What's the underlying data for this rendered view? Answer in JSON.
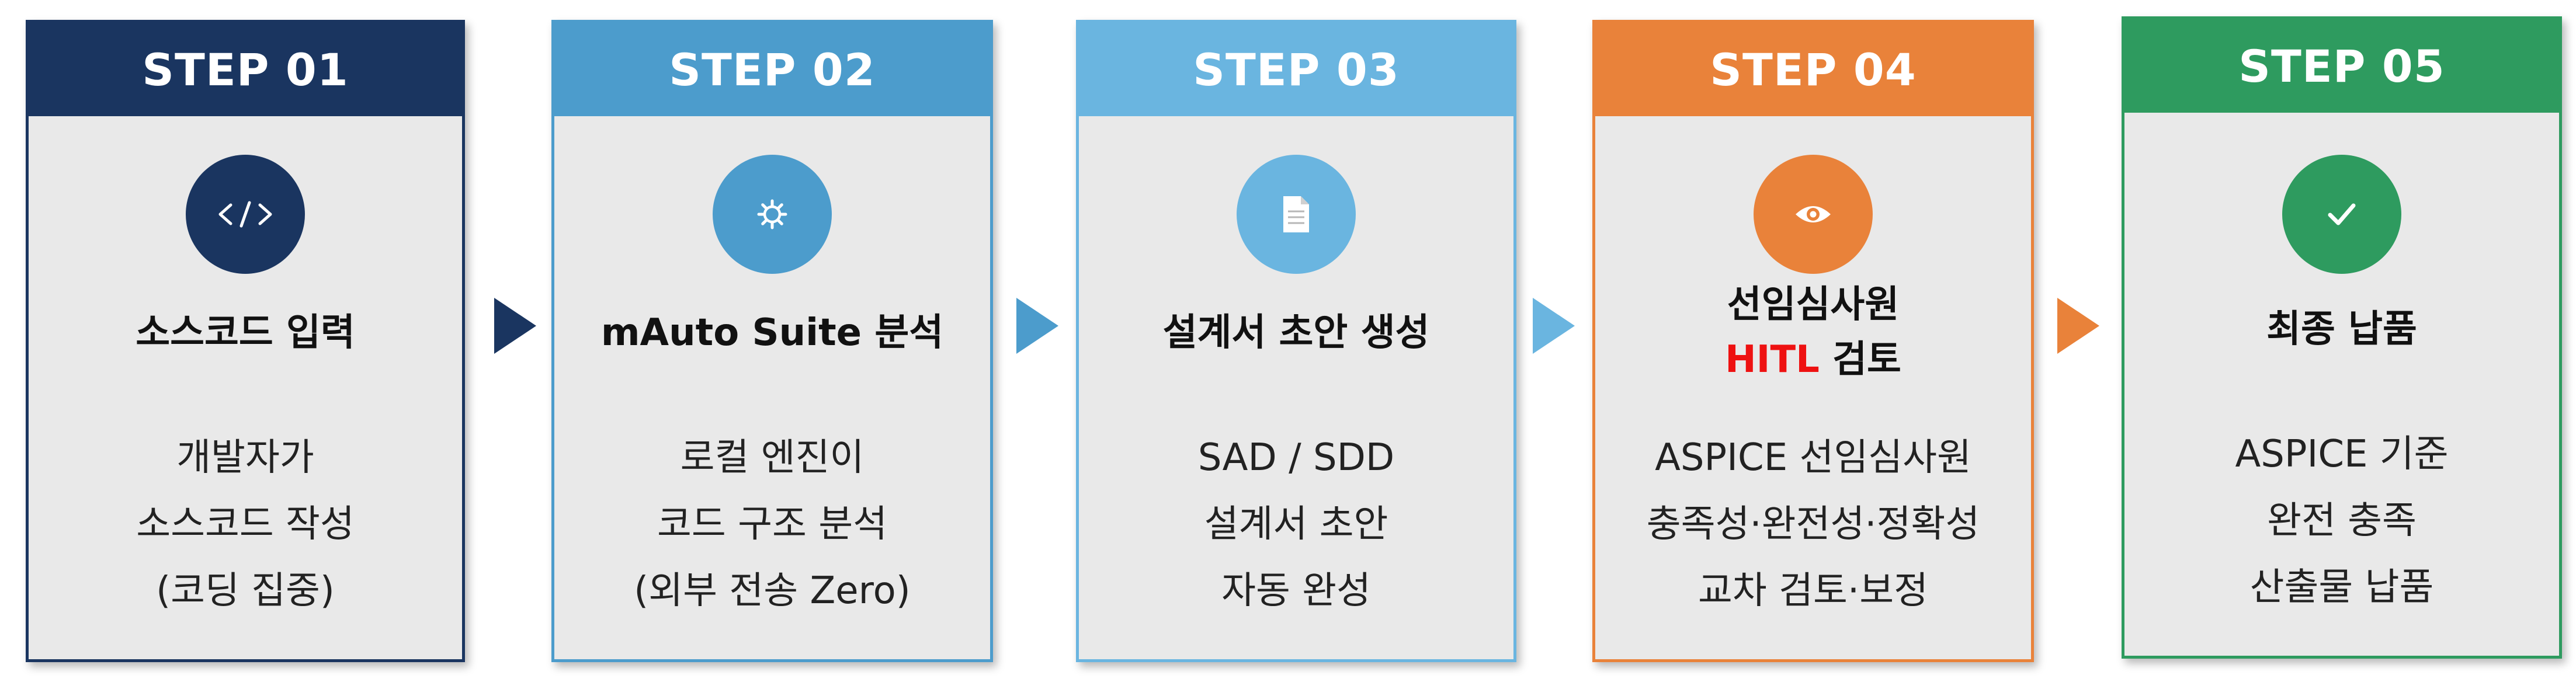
{
  "steps": [
    {
      "header": "STEP 01",
      "icon": "code-icon",
      "title": [
        "소스코드 입력"
      ],
      "desc": [
        "개발자가",
        "소스코드 작성",
        "(코딩 집중)"
      ],
      "header_color": "#1a3560",
      "border_color": "#1a3560"
    },
    {
      "header": "STEP 02",
      "icon": "gear-icon",
      "title": [
        "mAuto Suite 분석"
      ],
      "desc": [
        "로컬 엔진이",
        "코드 구조 분석",
        "(외부 전송 Zero)"
      ],
      "header_color": "#4c9ccc",
      "border_color": "#4c9ccc"
    },
    {
      "header": "STEP 03",
      "icon": "document-icon",
      "title": [
        "설계서 초안 생성"
      ],
      "desc": [
        "SAD / SDD",
        "설계서 초안",
        "자동 완성"
      ],
      "header_color": "#6ab5e0",
      "border_color": "#6ab5e0"
    },
    {
      "header": "STEP 04",
      "icon": "eye-icon",
      "title_line1": "선임심사원",
      "title_hitl": "HITL",
      "title_line2_rest": " 검토",
      "desc": [
        "ASPICE 선임심사원",
        "충족성·완전성·정확성",
        "교차 검토·보정"
      ],
      "header_color": "#e9823a",
      "border_color": "#e9823a",
      "hitl_color": "#ee1111"
    },
    {
      "header": "STEP 05",
      "icon": "check-icon",
      "title": [
        "최종 납품"
      ],
      "desc": [
        "ASPICE 기준",
        "완전 충족",
        "산출물 납품"
      ],
      "header_color": "#2e9b5f",
      "border_color": "#2e9b5f"
    }
  ],
  "arrows": [
    {
      "color": "#1a3560"
    },
    {
      "color": "#4c9ccc"
    },
    {
      "color": "#6ab5e0"
    },
    {
      "color": "#e9823a"
    }
  ]
}
